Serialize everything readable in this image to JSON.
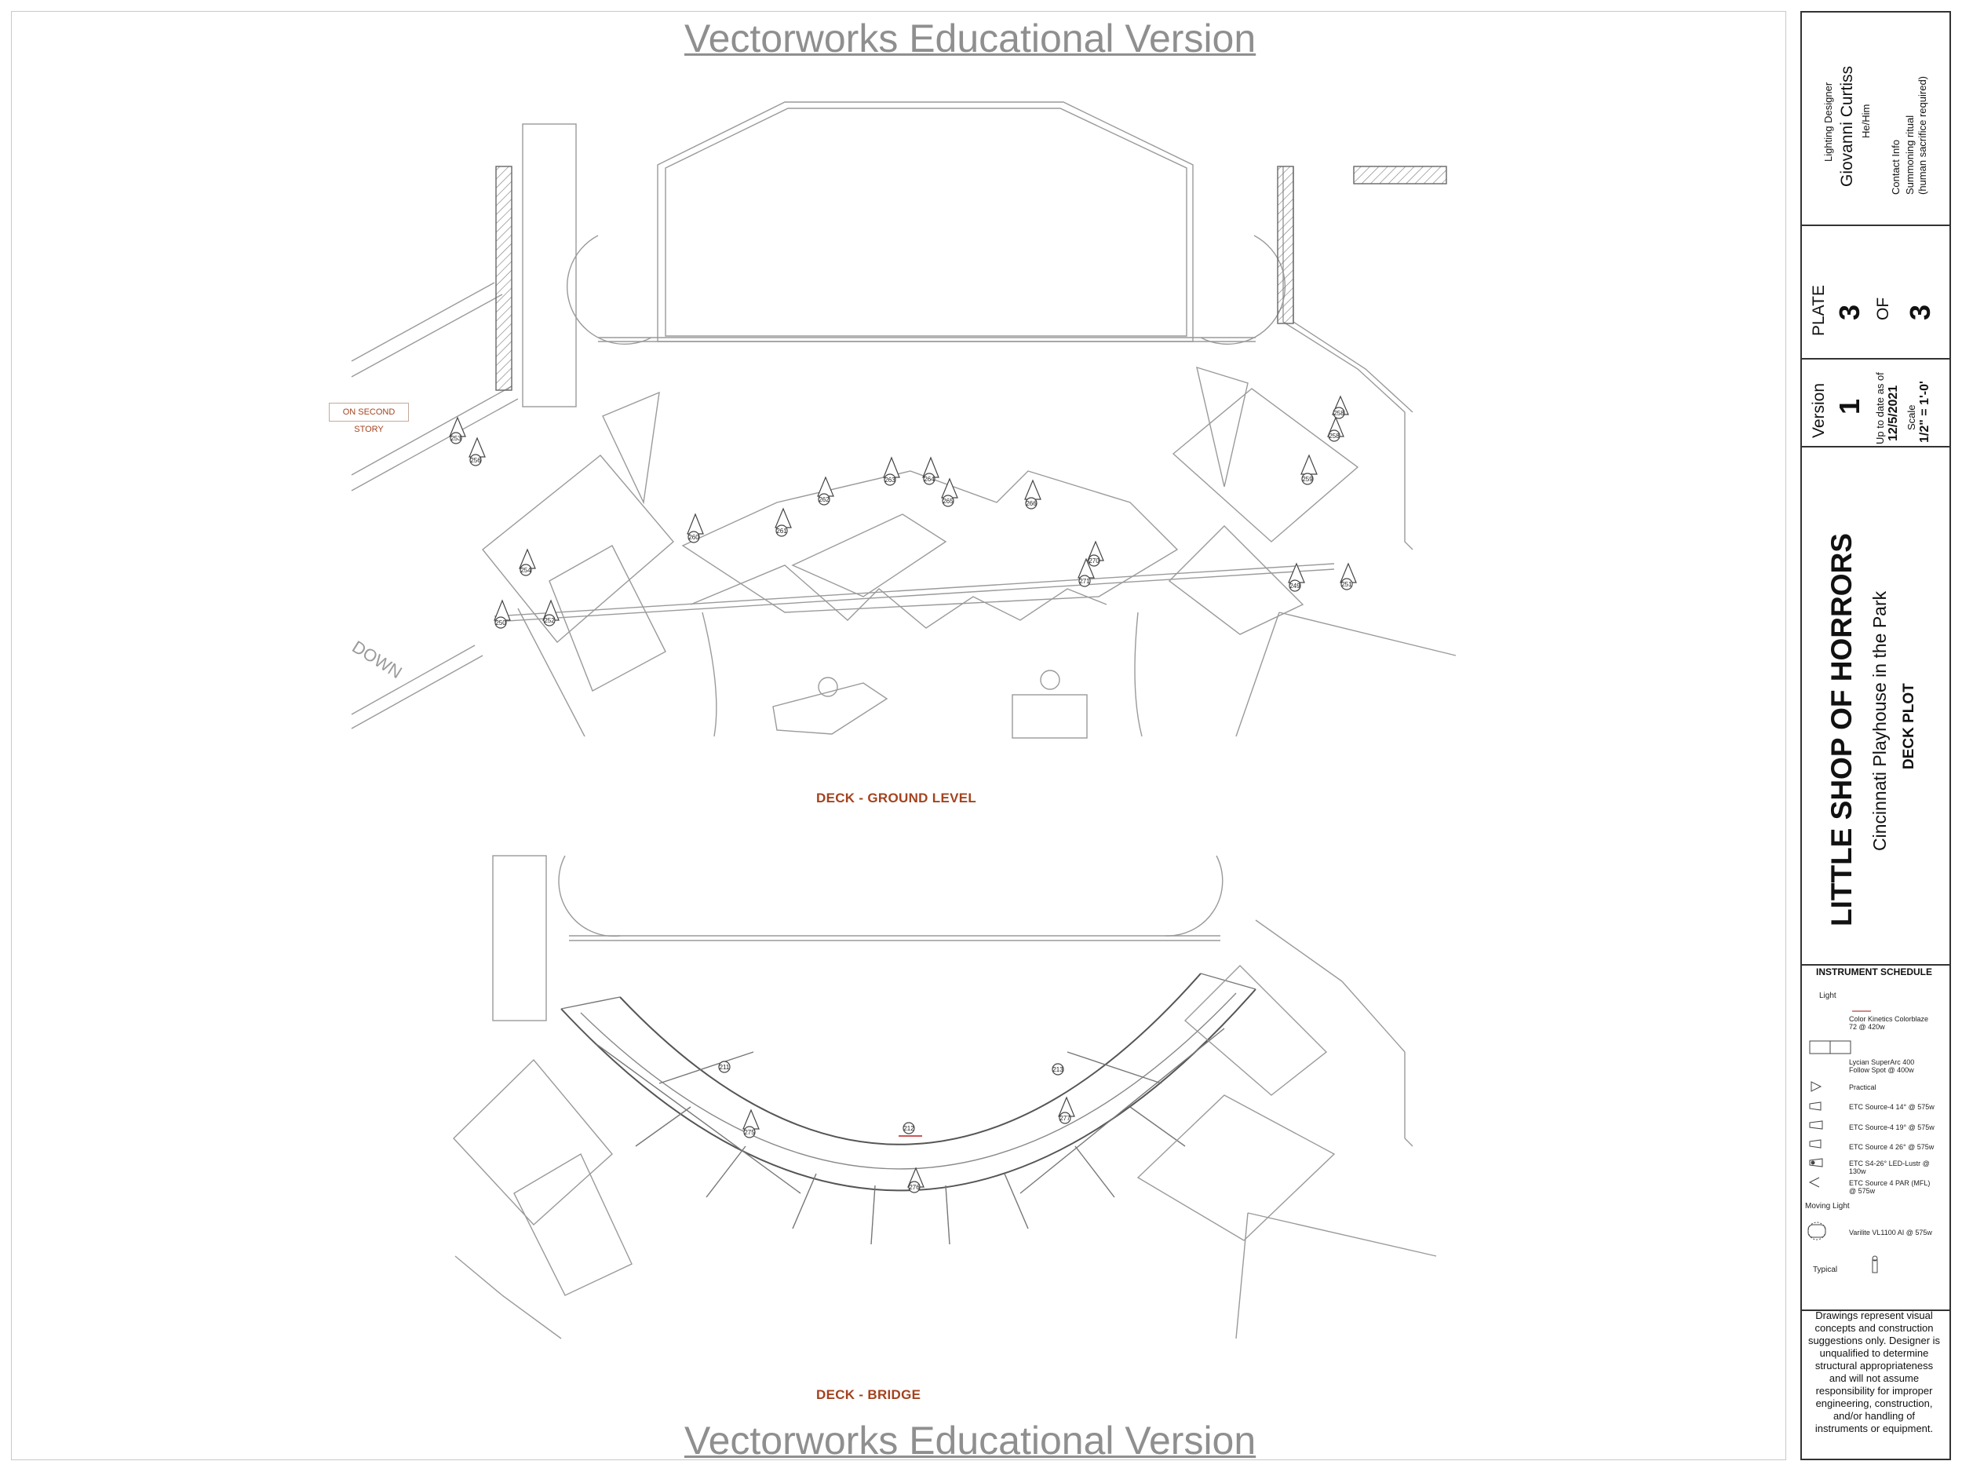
{
  "watermark": "Vectorworks Educational Version",
  "drawings": {
    "ground_title": "DECK - GROUND LEVEL",
    "bridge_title": "DECK - BRIDGE",
    "callout": "ON SECOND STORY",
    "stair_label": "DOWN",
    "ground_units": [
      "253",
      "256",
      "254",
      "250",
      "252",
      "260",
      "261",
      "262",
      "263",
      "264",
      "265",
      "266",
      "270",
      "271",
      "259",
      "258",
      "258",
      "249",
      "251"
    ],
    "bridge_units": [
      "211",
      "275",
      "212",
      "276",
      "213",
      "277"
    ]
  },
  "title_block": {
    "designer_role": "Lighting Designer",
    "designer_name": "Giovanni Curtiss",
    "pronouns": "He/Him",
    "contact_label": "Contact Info",
    "contact_line1": "Summoning ritual",
    "contact_line2": "(human sacrifice required)",
    "plate_label": "PLATE",
    "plate_number": "3",
    "of_label": "OF",
    "plate_total": "3",
    "version_label": "Version",
    "version_number": "1",
    "date_label": "Up to date as of",
    "date": "12/5/2021",
    "scale_label": "Scale",
    "scale": "1/2\" = 1'-0'",
    "show_title": "LITTLE SHOP OF HORRORS",
    "venue": "Cincinnati Playhouse in the Park",
    "sheet_name": "DECK PLOT"
  },
  "schedule": {
    "title": "INSTRUMENT SCHEDULE",
    "light_header": "Light",
    "items": [
      "Color Kinetics Colorblaze 72 @ 420w",
      "Lycian SuperArc 400 Follow Spot @ 400w",
      "Practical",
      "ETC Source-4 14° @ 575w",
      "ETC Source-4 19° @ 575w",
      "ETC Source 4 26° @ 575w",
      "ETC S4-26° LED-Lustr @ 130w",
      "ETC Source 4 PAR (MFL) @ 575w"
    ],
    "moving_header": "Moving Light",
    "moving_item": "Varilite VL1100 AI @ 575w",
    "typical_label": "Typical"
  },
  "disclaimer": "Drawings represent visual concepts and construction suggestions only. Designer is unqualified to determine structural appropriateness and will not assume responsibility for improper engineering, construction, and/or handling of instruments or equipment."
}
